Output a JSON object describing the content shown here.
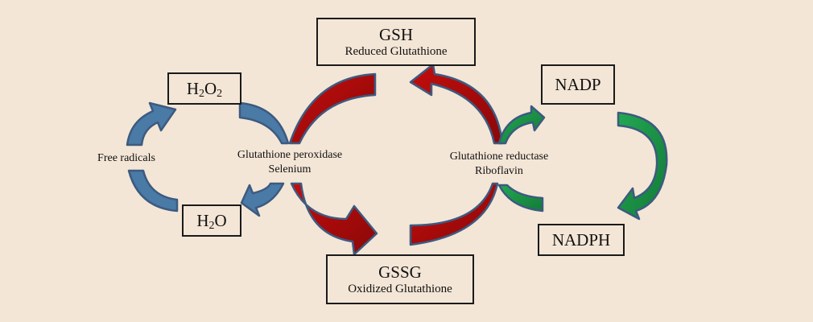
{
  "diagram": {
    "title": "Glutathione redox cycle",
    "colors": {
      "background": "#f4e6d6",
      "blue_arrow": "#4a7aa6",
      "red_arrow": "#b50b0b",
      "dark_red_arrow": "#8e0a0a",
      "green_arrow": "#1f9a4a",
      "arrow_outline": "#3d5a80"
    },
    "nodes": {
      "gsh": {
        "title": "GSH",
        "subtitle": "Reduced Glutathione"
      },
      "gssg": {
        "title": "GSSG",
        "subtitle": "Oxidized Glutathione"
      },
      "h2o2": {
        "base1": "H",
        "sub1": "2",
        "base2": "O",
        "sub2": "2"
      },
      "h2o": {
        "base1": "H",
        "sub1": "2",
        "base2": "O"
      },
      "nadp": {
        "title": "NADP"
      },
      "nadph": {
        "title": "NADPH"
      }
    },
    "labels": {
      "free_radicals": "Free radicals",
      "peroxidase_line1": "Glutathione peroxidase",
      "peroxidase_line2": "Selenium",
      "reductase_line1": "Glutathione reductase",
      "reductase_line2": "Riboflavin"
    },
    "edges": [
      {
        "from": "Free radicals",
        "to": "H2O2",
        "color": "blue"
      },
      {
        "from": "H2O2",
        "to": "Glutathione peroxidase",
        "color": "blue"
      },
      {
        "from": "Glutathione peroxidase",
        "to": "H2O",
        "color": "blue"
      },
      {
        "from": "H2O",
        "to": "Free radicals",
        "color": "blue"
      },
      {
        "from": "GSH",
        "to": "Glutathione peroxidase",
        "color": "red"
      },
      {
        "from": "Glutathione peroxidase",
        "to": "GSSG",
        "color": "red"
      },
      {
        "from": "GSSG",
        "to": "Glutathione reductase",
        "color": "red"
      },
      {
        "from": "Glutathione reductase",
        "to": "GSH",
        "color": "red"
      },
      {
        "from": "Glutathione reductase",
        "to": "NADP",
        "color": "green"
      },
      {
        "from": "NADP",
        "to": "NADPH",
        "color": "green"
      },
      {
        "from": "NADPH",
        "to": "Glutathione reductase",
        "color": "green"
      }
    ]
  }
}
